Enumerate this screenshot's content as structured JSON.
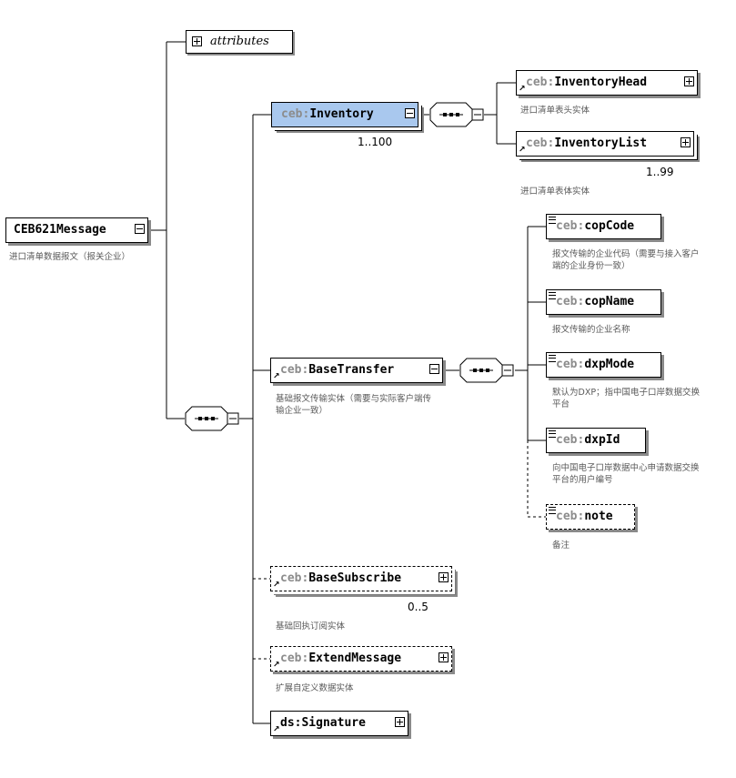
{
  "root": {
    "prefix": "",
    "name": "CEB621Message",
    "doc": "进口清单数据报文（报关企业）"
  },
  "attributes_label": "attributes",
  "inventory": {
    "prefix": "ceb:",
    "name": "Inventory",
    "cardinality": "1..100"
  },
  "inventory_head": {
    "prefix": "ceb:",
    "name": "InventoryHead",
    "doc": "进口清单表头实体"
  },
  "inventory_list": {
    "prefix": "ceb:",
    "name": "InventoryList",
    "cardinality": "1..99",
    "doc": "进口清单表体实体"
  },
  "base_transfer": {
    "prefix": "ceb:",
    "name": "BaseTransfer",
    "doc": "基础报文传输实体（需要与实际客户端传输企业一致）"
  },
  "cop_code": {
    "prefix": "ceb:",
    "name": "copCode",
    "doc": "报文传输的企业代码（需要与接入客户端的企业身份一致）"
  },
  "cop_name": {
    "prefix": "ceb:",
    "name": "copName",
    "doc": "报文传输的企业名称"
  },
  "dxp_mode": {
    "prefix": "ceb:",
    "name": "dxpMode",
    "doc": "默认为DXP；指中国电子口岸数据交换平台"
  },
  "dxp_id": {
    "prefix": "ceb:",
    "name": "dxpId",
    "doc": "向中国电子口岸数据中心申请数据交换平台的用户编号"
  },
  "note": {
    "prefix": "ceb:",
    "name": "note",
    "doc": "备注"
  },
  "base_subscribe": {
    "prefix": "ceb:",
    "name": "BaseSubscribe",
    "cardinality": "0..5",
    "doc": "基础回执订阅实体"
  },
  "extend_message": {
    "prefix": "ceb:",
    "name": "ExtendMessage",
    "doc": "扩展自定义数据实体"
  },
  "signature": {
    "prefix": "ds:",
    "name": "Signature"
  },
  "colors": {
    "selected": "#a9c8ee",
    "namespace": "#8c8c8c",
    "doc_text": "#5a5a5a"
  }
}
